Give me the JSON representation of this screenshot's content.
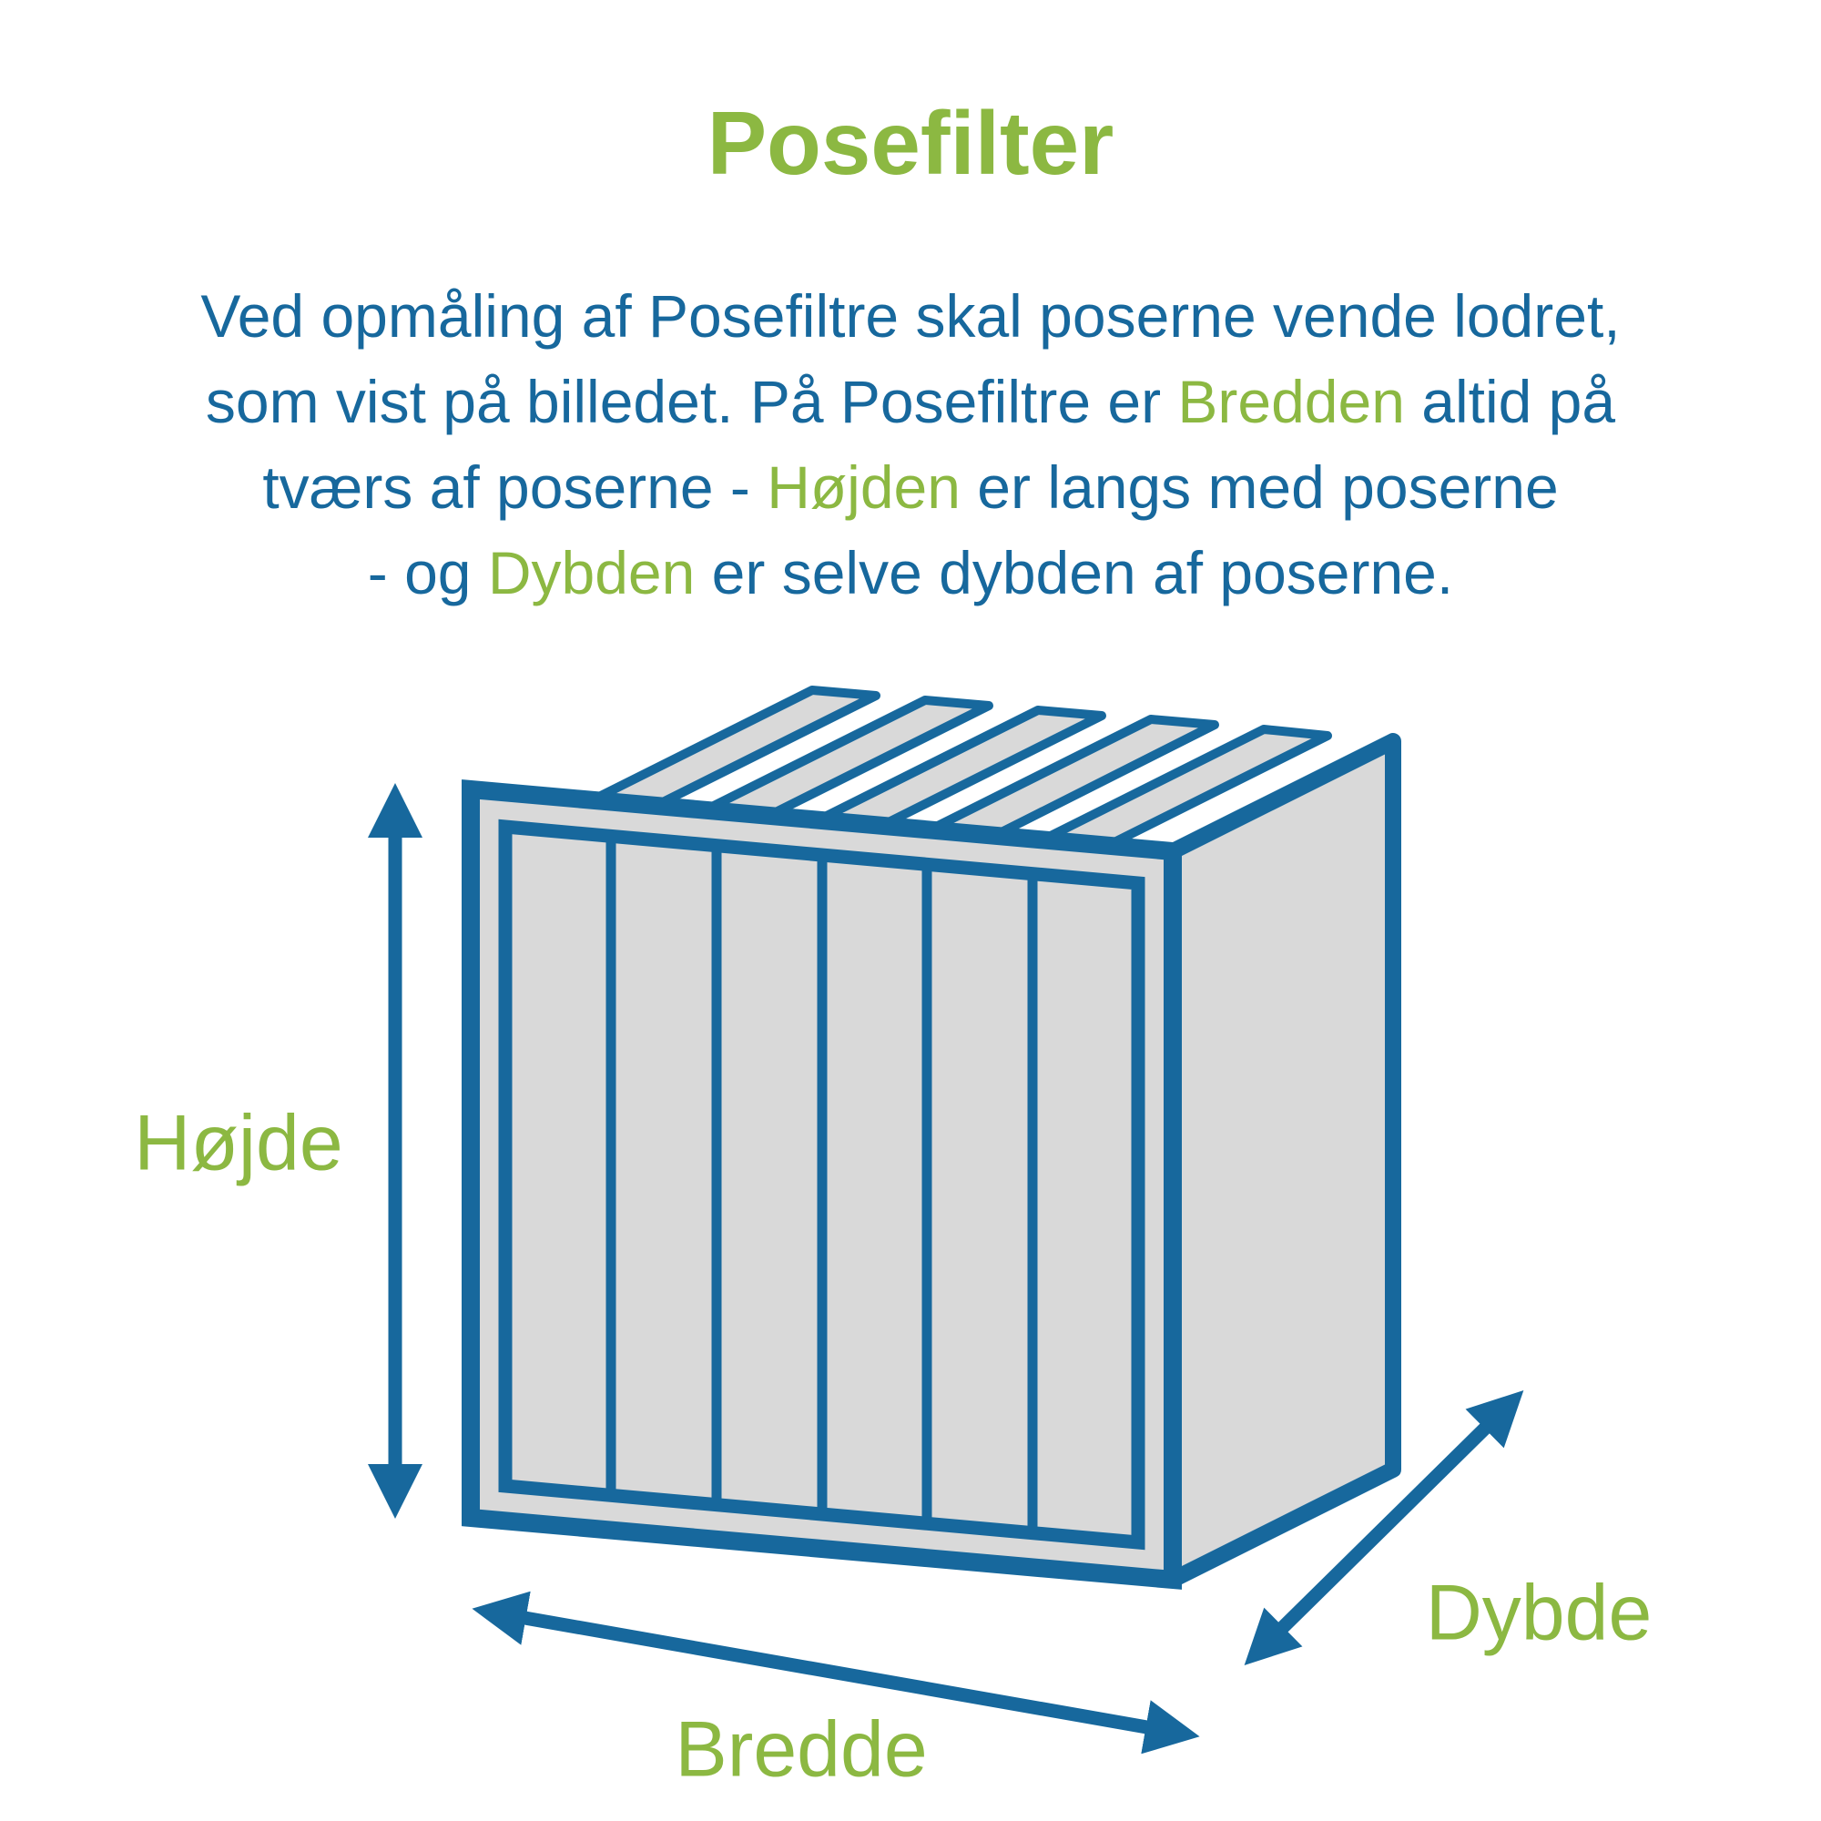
{
  "title": {
    "text": "Posefilter"
  },
  "paragraph": {
    "line1": "Ved opmåling af Posefiltre skal poserne vende lodret,",
    "line2_pre": "som vist på billedet. På Posefiltre er ",
    "line2_green": "Bredden",
    "line2_post": " altid på",
    "line3_pre": "tværs af poserne - ",
    "line3_green": "Højden",
    "line3_post": " er langs med poserne",
    "line4_pre": "- og ",
    "line4_green": "Dybden",
    "line4_post": " er selve dybden af poserne."
  },
  "labels": {
    "height": "Højde",
    "width": "Bredde",
    "depth": "Dybde"
  },
  "colors": {
    "green": "#8CB842",
    "blue": "#17689D",
    "gray": "#D9D9D9",
    "background": "#FFFFFF"
  },
  "diagram": {
    "pocket_count": 6,
    "visible_bag_fins": 5
  }
}
